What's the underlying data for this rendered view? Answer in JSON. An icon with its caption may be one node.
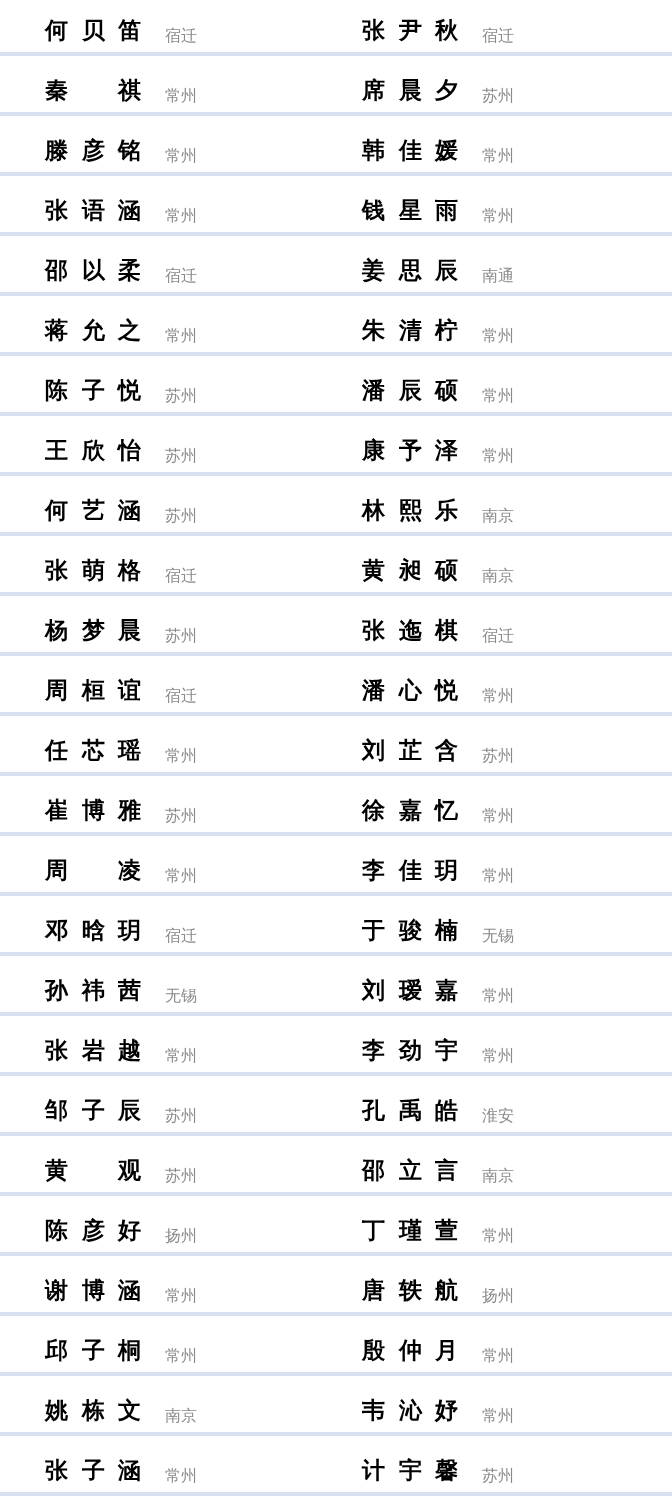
{
  "diagram": {
    "labels": [
      "何贝笛",
      "宿迁",
      "张尹秋",
      "宿迁",
      "秦祺",
      "常州",
      "席晨夕",
      "苏州",
      "滕彦铭",
      "常州",
      "韩佳媛",
      "常州",
      "张语涵",
      "常州",
      "钱星雨",
      "常州",
      "邵以柔",
      "宿迁",
      "姜思辰",
      "南通",
      "蒋允之",
      "常州",
      "朱清柠",
      "常州",
      "陈子悦",
      "苏州",
      "潘辰硕",
      "常州",
      "王欣怡",
      "苏州",
      "康予泽",
      "常州",
      "何艺涵",
      "苏州",
      "林熙乐",
      "南京",
      "张萌格",
      "宿迁",
      "黄昶硕",
      "南京",
      "杨梦晨",
      "苏州",
      "张迤棋",
      "宿迁",
      "周桓谊",
      "宿迁",
      "潘心悦",
      "常州",
      "任芯瑶",
      "常州",
      "刘芷含",
      "苏州",
      "崔博雅",
      "苏州",
      "徐嘉忆",
      "常州",
      "周凌",
      "常州",
      "李佳玥",
      "常州",
      "邓晗玥",
      "宿迁",
      "于骏楠",
      "无锡",
      "孙祎茜",
      "无锡",
      "刘瑷嘉",
      "常州",
      "张岩越",
      "常州",
      "李劲宇",
      "常州",
      "邹子辰",
      "苏州",
      "孔禹皓",
      "淮安",
      "黄观",
      "苏州",
      "邵立言",
      "南京",
      "陈彦好",
      "扬州",
      "丁瑾萱",
      "常州",
      "谢博涵",
      "常州",
      "唐轶航",
      "扬州",
      "邱子桐",
      "常州",
      "殷仲月",
      "常州",
      "姚栋文",
      "南京",
      "韦沁妤",
      "常州",
      "张子涵",
      "常州",
      "计宇馨",
      "苏州"
    ]
  }
}
